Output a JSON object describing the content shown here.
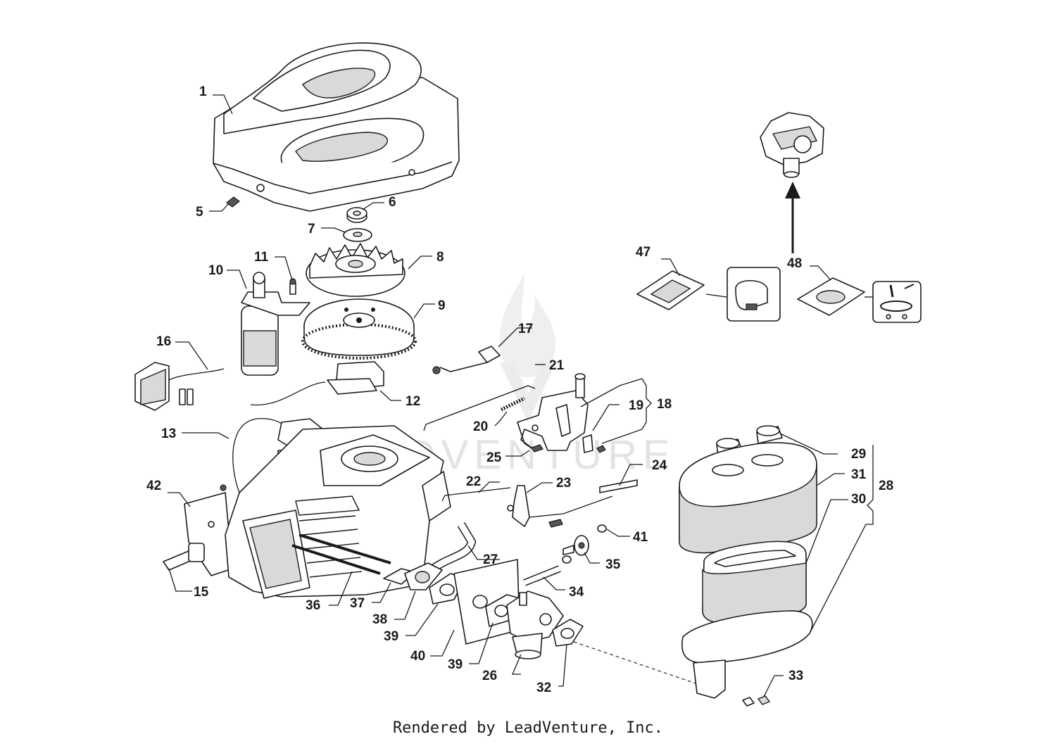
{
  "callouts": [
    {
      "id": "1",
      "text": "1"
    },
    {
      "id": "5",
      "text": "5"
    },
    {
      "id": "6",
      "text": "6"
    },
    {
      "id": "7",
      "text": "7"
    },
    {
      "id": "8",
      "text": "8"
    },
    {
      "id": "9",
      "text": "9"
    },
    {
      "id": "10",
      "text": "10"
    },
    {
      "id": "11",
      "text": "11"
    },
    {
      "id": "12",
      "text": "12"
    },
    {
      "id": "13",
      "text": "13"
    },
    {
      "id": "15",
      "text": "15"
    },
    {
      "id": "16",
      "text": "16"
    },
    {
      "id": "17",
      "text": "17"
    },
    {
      "id": "18",
      "text": "18"
    },
    {
      "id": "19",
      "text": "19"
    },
    {
      "id": "20",
      "text": "20"
    },
    {
      "id": "21",
      "text": "21"
    },
    {
      "id": "22",
      "text": "22"
    },
    {
      "id": "23",
      "text": "23"
    },
    {
      "id": "24",
      "text": "24"
    },
    {
      "id": "25",
      "text": "25"
    },
    {
      "id": "26",
      "text": "26"
    },
    {
      "id": "27",
      "text": "27"
    },
    {
      "id": "28",
      "text": "28"
    },
    {
      "id": "29",
      "text": "29"
    },
    {
      "id": "30",
      "text": "30"
    },
    {
      "id": "31",
      "text": "31"
    },
    {
      "id": "32",
      "text": "32"
    },
    {
      "id": "33",
      "text": "33"
    },
    {
      "id": "34",
      "text": "34"
    },
    {
      "id": "35",
      "text": "35"
    },
    {
      "id": "36",
      "text": "36"
    },
    {
      "id": "37",
      "text": "37"
    },
    {
      "id": "38",
      "text": "38"
    },
    {
      "id": "39a",
      "text": "39"
    },
    {
      "id": "39b",
      "text": "39"
    },
    {
      "id": "40",
      "text": "40"
    },
    {
      "id": "41",
      "text": "41"
    },
    {
      "id": "42",
      "text": "42"
    },
    {
      "id": "47",
      "text": "47"
    },
    {
      "id": "48",
      "text": "48"
    }
  ],
  "watermark": "ADVENTURE",
  "footer": "Rendered by LeadVenture, Inc."
}
